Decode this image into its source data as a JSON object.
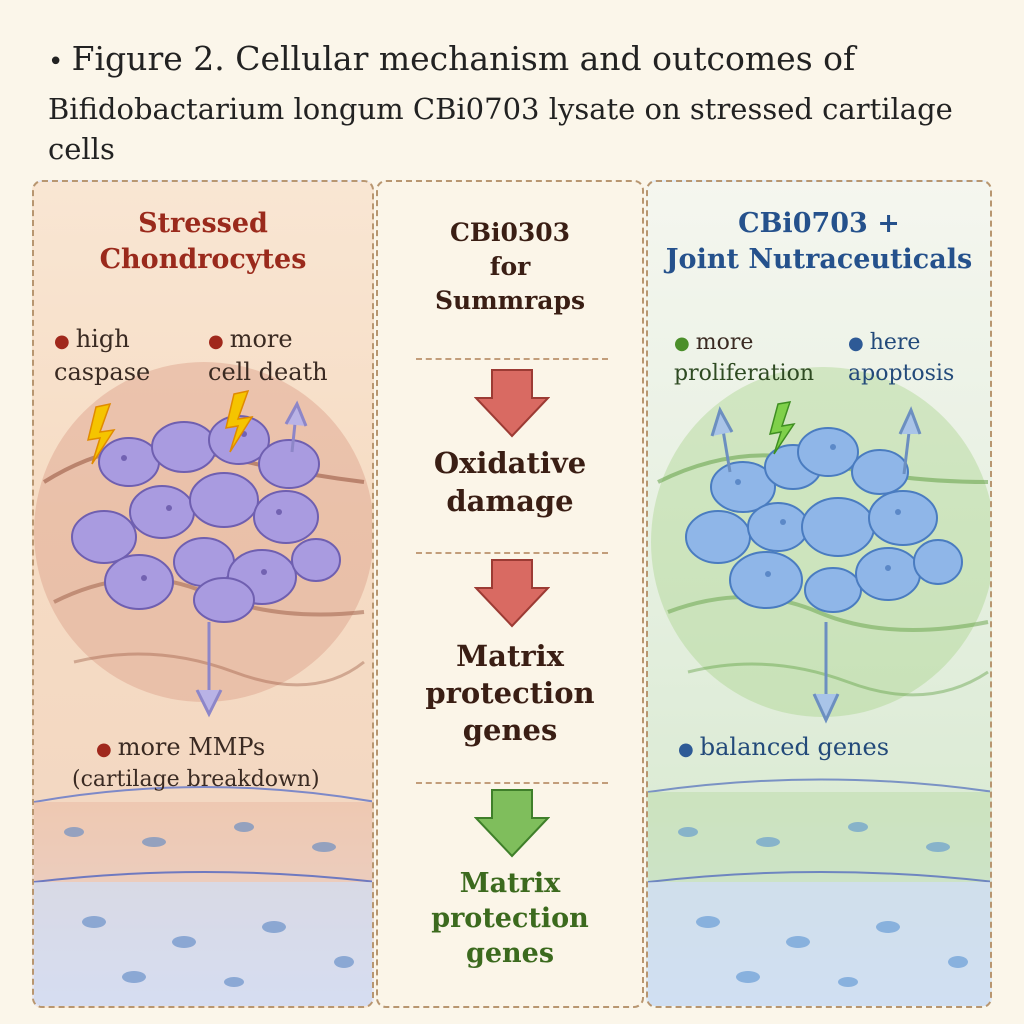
{
  "figure": {
    "title_line1": "Figure 2. Cellular mechanism and outcomes of",
    "title_line2": "Bifidobactarium longum CBi0703 lysate on stressed cartilage cells"
  },
  "left_panel": {
    "title_line1": "Stressed",
    "title_line2": "Chondrocytes",
    "note_caspase_line1": "high",
    "note_caspase_line2": "caspase",
    "note_death_line1": "more",
    "note_death_line2": "cell death",
    "note_mmps_line1": "more MMPs",
    "note_mmps_line2": "(cartilage breakdown)"
  },
  "middle_panel": {
    "title_line1": "CBi0303",
    "title_line2": "for",
    "title_line3": "Summraps",
    "step1_line1": "Oxidative",
    "step1_line2": "damage",
    "step2_line1": "Matrix",
    "step2_line2": "protection",
    "step2_line3": "genes",
    "step3_line1": "Matrix",
    "step3_line2": "protection",
    "step3_line3": "genes"
  },
  "right_panel": {
    "title_line1": "CBi0703 +",
    "title_line2": "Joint Nutraceuticals",
    "note_prolif_line1": "more",
    "note_prolif_line2": "proliferation",
    "note_apop_line1": "here",
    "note_apop_line2": "apoptosis",
    "note_genes": "balanced genes"
  },
  "colors": {
    "stressed_cell": "#a99be0",
    "healthy_cell": "#8fb6e8",
    "red_arrow": "#c9564e",
    "green_arrow": "#6cab4a",
    "lightning": "#f5c400"
  }
}
